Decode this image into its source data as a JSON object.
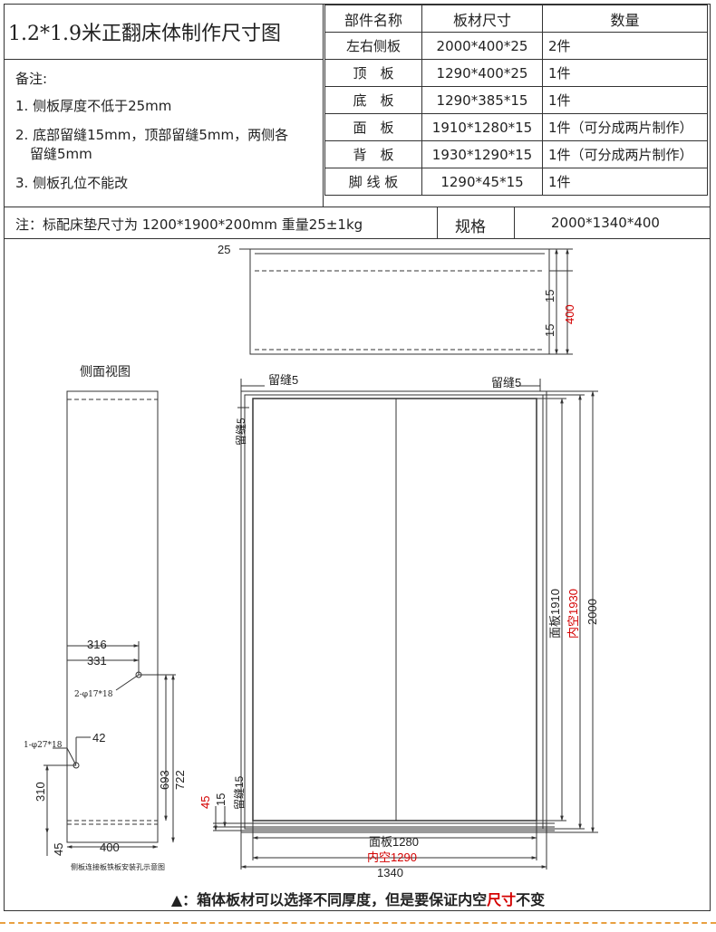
{
  "title": "1.2*1.9米正翻床体制作尺寸图",
  "notes": {
    "header": "备注:",
    "lines": [
      "1. 侧板厚度不低于25mm",
      "2. 底部留缝15mm，顶部留缝5mm，两侧各",
      "留缝5mm",
      "3. 侧板孔位不能改"
    ]
  },
  "parts_table": {
    "headers": [
      "部件名称",
      "板材尺寸",
      "数量"
    ],
    "rows": [
      {
        "name": "左右侧板",
        "size": "2000*400*25",
        "qty": "2件"
      },
      {
        "name": "顶　板",
        "size": "1290*400*25",
        "qty": "1件"
      },
      {
        "name": "底　板",
        "size": "1290*385*15",
        "qty": "1件"
      },
      {
        "name": "面　板",
        "size": "1910*1280*15",
        "qty": "1件（可分成两片制作）"
      },
      {
        "name": "背　板",
        "size": "1930*1290*15",
        "qty": "1件（可分成两片制作）"
      },
      {
        "name": "脚 线 板",
        "size": "1290*45*15",
        "qty": "1件"
      }
    ]
  },
  "mattress_note": "注：标配床垫尺寸为  1200*1900*200mm  重量25±1kg",
  "spec": {
    "label": "规格",
    "value": "2000*1340*400"
  },
  "drawing": {
    "top_view": {
      "dim_25": "25",
      "dim_15a": "15",
      "dim_15b": "15",
      "dim_400": "400"
    },
    "side_view": {
      "title": "侧面视图",
      "dim_316": "316",
      "dim_331": "331",
      "hole_a": "2-φ17*18",
      "dim_42": "42",
      "hole_b": "1-φ27*18",
      "dim_310": "310",
      "dim_693": "693",
      "dim_722": "722",
      "dim_45": "45",
      "dim_400": "400",
      "caption": "侧板连接板铁板安装孔示意图"
    },
    "front_view": {
      "gap_top_left": "留缝5",
      "gap_top_right": "留缝5",
      "gap_side": "留缝5",
      "gap_bottom": "留缝15",
      "dim_15": "15",
      "dim_45": "45",
      "panel_height": "面板1910",
      "inner_height": "内空1930",
      "total_height": "2000",
      "panel_width": "面板1280",
      "inner_width": "内空1290",
      "total_width": "1340"
    }
  },
  "footer": {
    "prefix": "▲：箱体板材可以选择不同厚度，但是要保证内空",
    "highlight": "尺寸",
    "suffix": "不变"
  },
  "colors": {
    "red": "#d40000",
    "line": "#333333",
    "dash": "#e8a040"
  }
}
